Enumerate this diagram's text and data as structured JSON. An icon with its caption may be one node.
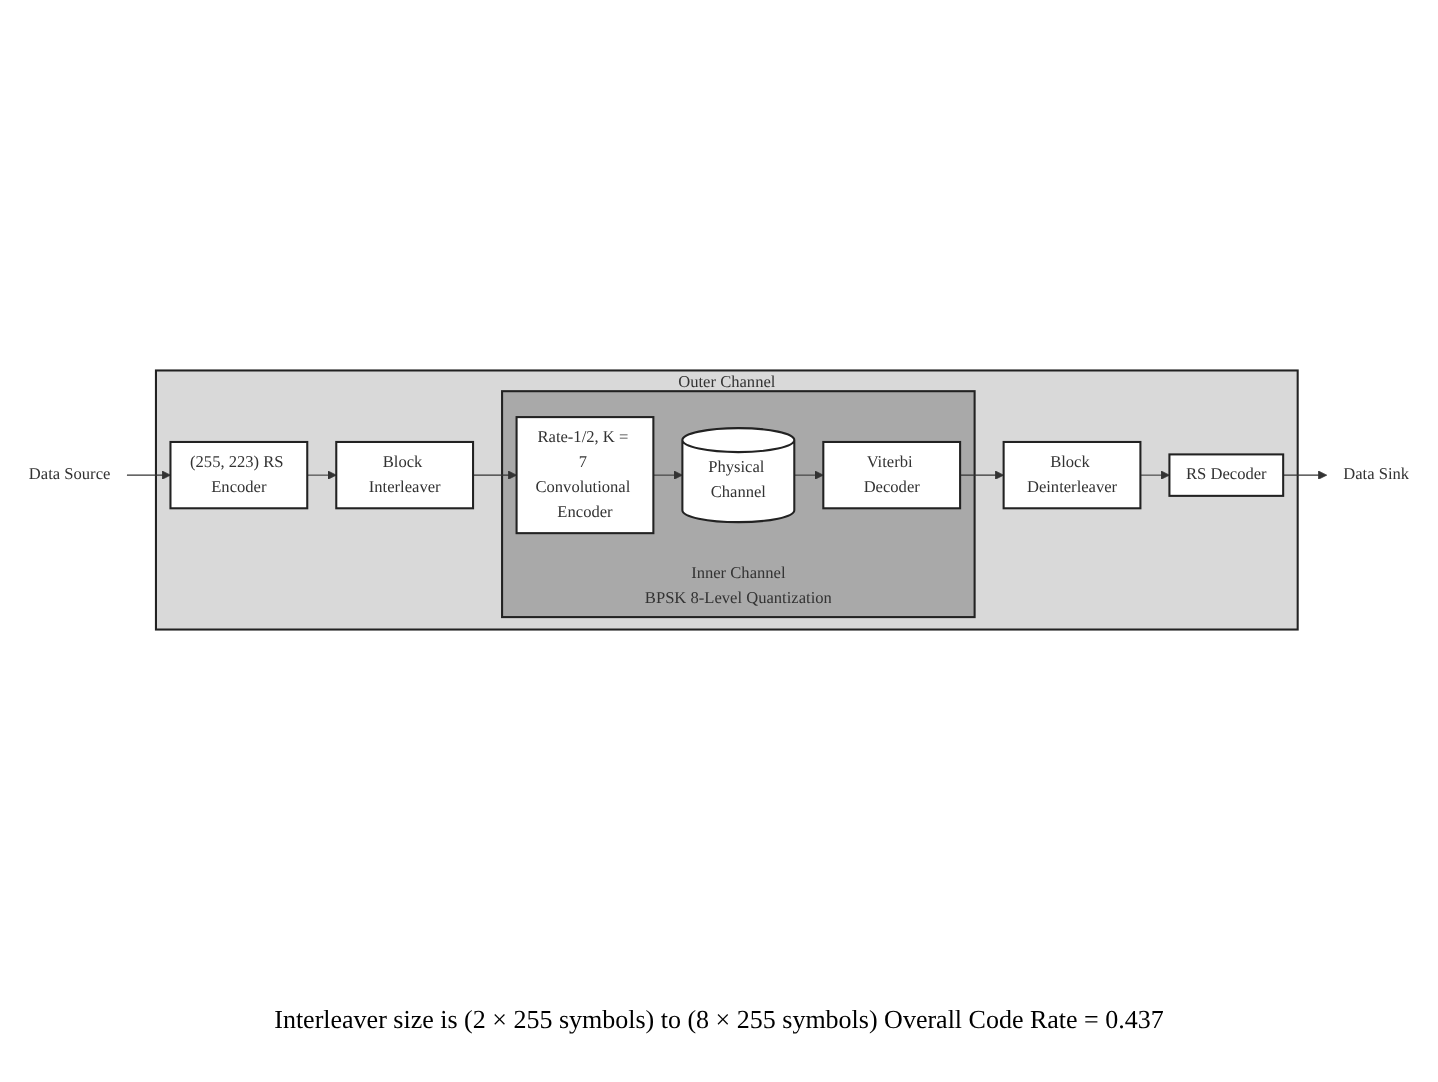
{
  "diagram": {
    "nodes": [
      {
        "text": [
          "Outer Channel"
        ]
      },
      {
        "text": [
          "Inner Channel",
          "BPSK 8-Level Quantization"
        ],
        "in": 0
      },
      {
        "text": [
          "Data Source"
        ]
      },
      {
        "text": [
          "(255, 223) RS Encoder"
        ],
        "in": 0
      },
      {
        "text": [
          "Block Interleaver"
        ],
        "in": 0
      },
      {
        "text": [
          "Rate-1/2, K = 7 Convolutional Encoder"
        ],
        "in": 1
      },
      {
        "text": [
          "Physical Channel"
        ],
        "in": 1
      },
      {
        "text": [
          "Viterbi Decoder"
        ],
        "in": 1
      },
      {
        "text": [
          "Block Deinterleaver"
        ],
        "in": 0
      },
      {
        "text": [
          "RS Decoder"
        ],
        "in": 0
      },
      {
        "text": [
          "Data Sink"
        ]
      }
    ],
    "edges": [
      {
        "from": 2,
        "to": 3,
        "arrow": "to"
      },
      {
        "from": 3,
        "to": 4,
        "arrow": "to"
      },
      {
        "from": 4,
        "to": 5,
        "arrow": "to"
      },
      {
        "from": 5,
        "to": 6,
        "arrow": "to"
      },
      {
        "from": 6,
        "to": 7,
        "arrow": "to"
      },
      {
        "from": 7,
        "to": 8,
        "arrow": "to"
      },
      {
        "from": 8,
        "to": 9,
        "arrow": "to"
      },
      {
        "from": 9,
        "to": 10,
        "arrow": "to"
      }
    ],
    "labels": [
      "Interleaver size is (2 × 255 symbols) to (8 × 255 symbols) Overall Code Rate = 0.437"
    ]
  }
}
